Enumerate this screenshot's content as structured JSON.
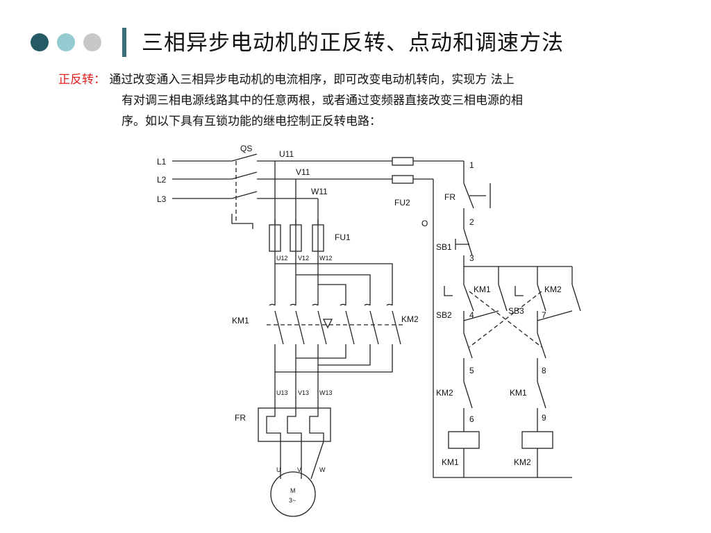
{
  "header": {
    "dot_colors": [
      "#245a64",
      "#93cbd0",
      "#c8c8c8"
    ],
    "accent_bar_color": "#3b6e76",
    "title": "三相异步电动机的正反转、点动和调速方法"
  },
  "body_text": {
    "label": "正反转：",
    "label_color": "#e0201c",
    "line1": "通过改变通入三相异步电动机的电流相序，即可改变电动机转向，实现方 法上",
    "line2": "有对调三相电源线路其中的任意两根，或者通过变频器直接改变三相电源的相",
    "line3": "序。如以下具有互锁功能的继电控制正反转电路："
  },
  "circuit": {
    "phases": [
      "L1",
      "L2",
      "L3"
    ],
    "main_switch": "QS",
    "nodes": [
      "U11",
      "V11",
      "W11",
      "U12",
      "V12",
      "W12",
      "U13",
      "V13",
      "W13",
      "U",
      "V",
      "W",
      "O"
    ],
    "fuses": [
      "FU1",
      "FU2"
    ],
    "contactors": [
      "KM1",
      "KM2"
    ],
    "thermal_relay": "FR",
    "buttons": [
      "SB1",
      "SB2",
      "SB3"
    ],
    "wire_numbers": [
      "1",
      "2",
      "3",
      "4",
      "5",
      "6",
      "7",
      "8",
      "9"
    ],
    "motor_label": "M",
    "motor_sublabel": "3~"
  }
}
